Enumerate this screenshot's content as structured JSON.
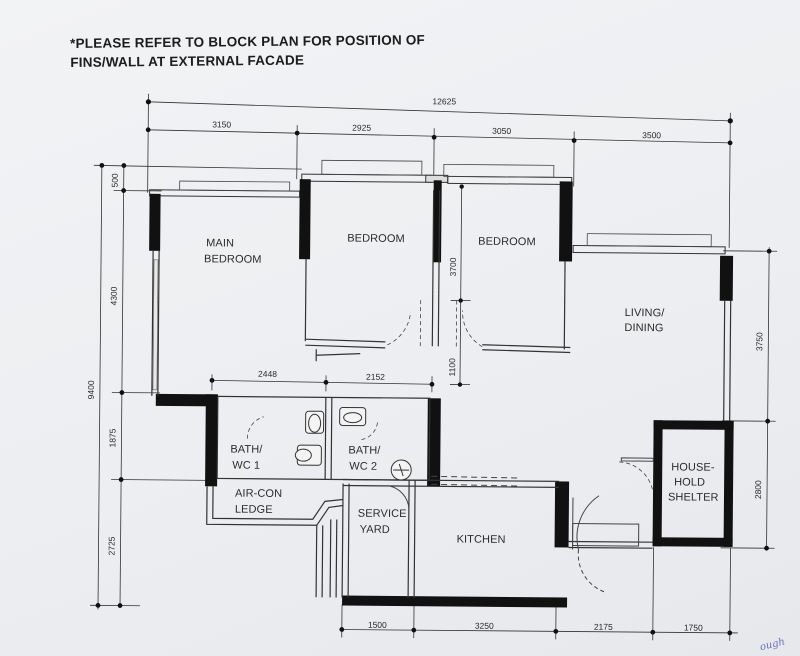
{
  "note": {
    "line1": "*PLEASE REFER TO BLOCK PLAN FOR POSITION OF",
    "line2": "FINS/WALL AT EXTERNAL FACADE"
  },
  "rooms": {
    "main_bedroom_1": "MAIN",
    "main_bedroom_2": "BEDROOM",
    "bedroom_2": "BEDROOM",
    "bedroom_3": "BEDROOM",
    "living_1": "LIVING/",
    "living_2": "DINING",
    "bath1_1": "BATH/",
    "bath1_2": "WC 1",
    "bath2_1": "BATH/",
    "bath2_2": "WC 2",
    "aircon_1": "AIR-CON",
    "aircon_2": "LEDGE",
    "service_1": "SERVICE",
    "service_2": "YARD",
    "kitchen": "KITCHEN",
    "shelter_1": "HOUSE-",
    "shelter_2": "HOLD",
    "shelter_3": "SHELTER"
  },
  "dimensions": {
    "top_total": "12625",
    "top_1": "3150",
    "top_2": "2925",
    "top_3": "3050",
    "top_4": "3500",
    "left_total": "9400",
    "left_1": "500",
    "left_2": "4300",
    "left_3": "1875",
    "left_4": "2725",
    "inner_v1": "3700",
    "inner_v2": "1100",
    "mid_1": "2448",
    "mid_2": "2152",
    "right_1": "3750",
    "right_2": "2800",
    "bottom_1": "1500",
    "bottom_2": "3250",
    "bottom_3": "2175",
    "bottom_4": "1750"
  },
  "handwriting": "ough"
}
